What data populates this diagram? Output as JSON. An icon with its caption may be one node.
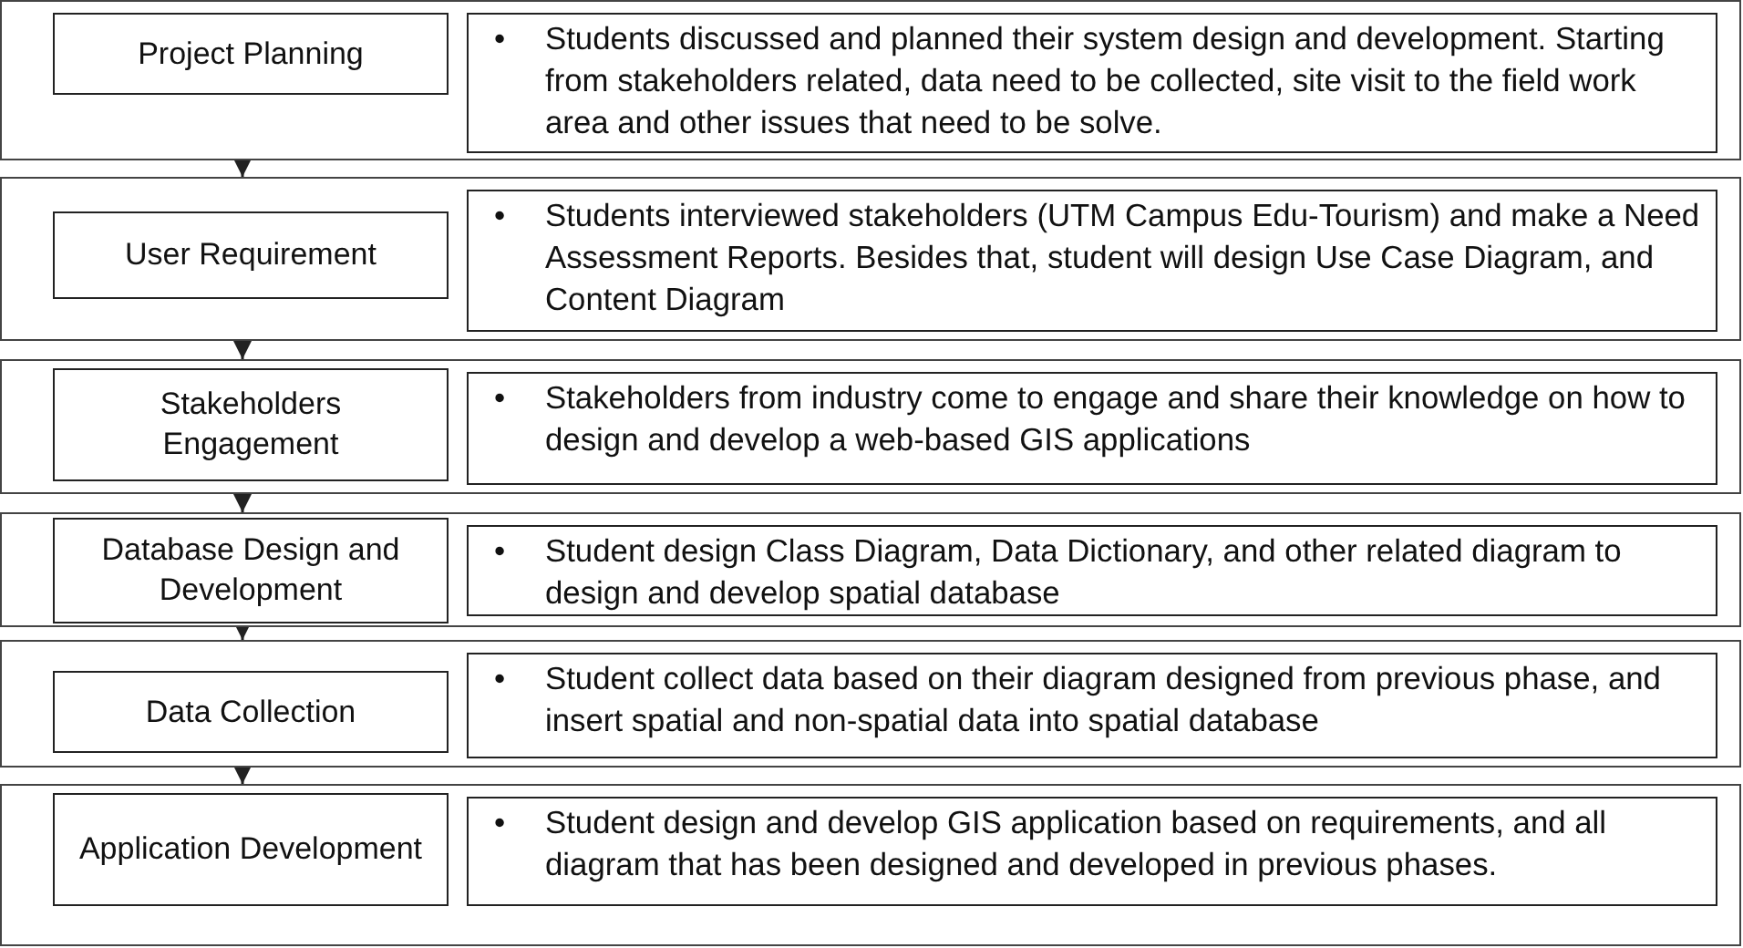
{
  "diagram": {
    "nodes": [
      {
        "text": [],
        "shape": "box"
      },
      {
        "text": [
          "Project Planning"
        ],
        "in": 0
      },
      {
        "text": [
          "•",
          "Students discussed and planned their system design and development. Starting from stakeholders related, data need to be collected, site visit to the field work area and other issues that need to be solve."
        ],
        "in": 0
      },
      {
        "text": [],
        "shape": "box"
      },
      {
        "text": [
          "User Requirement"
        ],
        "in": 3
      },
      {
        "text": [
          "•",
          "Students interviewed stakeholders (UTM Campus Edu-Tourism) and make a Need Assessment Reports. Besides that, student will design Use Case Diagram, and Content Diagram"
        ],
        "in": 3
      },
      {
        "text": [],
        "shape": "box"
      },
      {
        "text": [
          "Stakeholders Engagement"
        ],
        "in": 6
      },
      {
        "text": [
          "•",
          "Stakeholders from industry come to engage and share their knowledge on how to design and develop a web-based GIS applications"
        ],
        "in": 6
      },
      {
        "text": [],
        "shape": "box"
      },
      {
        "text": [
          "Database Design and Development"
        ],
        "in": 9
      },
      {
        "text": [
          "•",
          "Student design Class Diagram, Data Dictionary, and other related diagram to design and develop spatial database"
        ],
        "in": 9
      },
      {
        "text": [],
        "shape": "box"
      },
      {
        "text": [
          "Data Collection"
        ],
        "in": 12
      },
      {
        "text": [
          "•",
          "Student collect data based on their diagram designed from previous phase, and insert spatial and non-spatial data into spatial database"
        ],
        "in": 12
      },
      {
        "text": [],
        "shape": "box"
      },
      {
        "text": [
          "Application Development"
        ],
        "in": 15
      },
      {
        "text": [
          "•",
          "Student design and develop GIS application based on requirements, and all diagram that has been designed and developed in previous phases."
        ],
        "in": 15
      }
    ],
    "edges": [
      {
        "from": 0,
        "to": 3,
        "arrow": "to"
      },
      {
        "from": 3,
        "to": 6,
        "arrow": "to"
      },
      {
        "from": 6,
        "to": 9,
        "arrow": "to"
      },
      {
        "from": 9,
        "to": 12,
        "arrow": "to"
      },
      {
        "from": 12,
        "to": 15,
        "arrow": "to"
      }
    ]
  }
}
